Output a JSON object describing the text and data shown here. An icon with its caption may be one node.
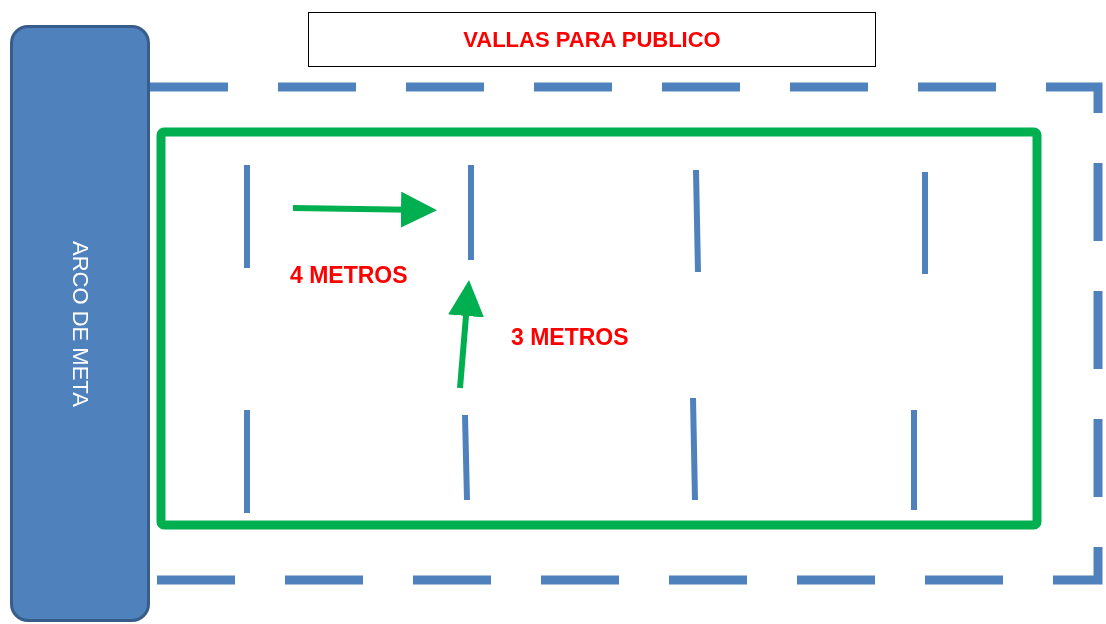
{
  "diagram": {
    "nodes": [
      {
        "text": [
          "ARCO DE META"
        ]
      },
      {
        "text": [
          "VALLAS PARA PUBLICO"
        ]
      }
    ],
    "labels": [
      "4 METROS",
      "3 METROS"
    ]
  }
}
